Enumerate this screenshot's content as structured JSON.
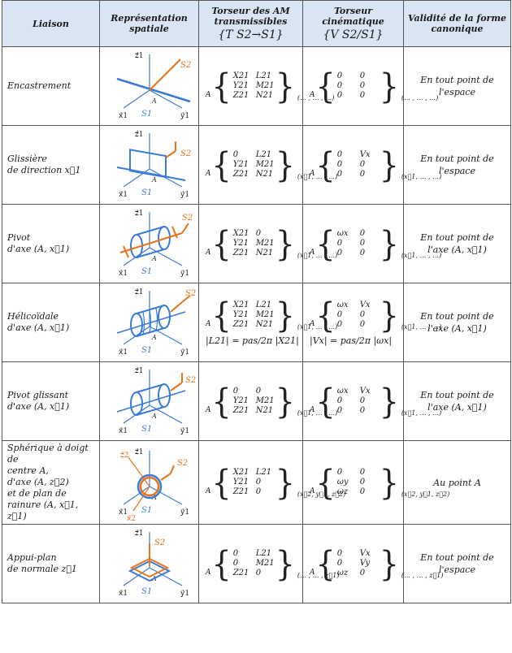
{
  "header": {
    "col1": "Liaison",
    "col2": "Représentation spatiale",
    "col3": "Torseur des AM transmissibles",
    "col3_sym": "{T S2→S1}",
    "col4": "Torseur cinématique",
    "col4_sym": "{V S2/S1}",
    "col5": "Validité de la forme canonique"
  },
  "rows": [
    {
      "name": [
        "Encastrement"
      ],
      "static": {
        "r1": [
          "X21",
          "L21"
        ],
        "r2": [
          "Y21",
          "M21"
        ],
        "r3": [
          "Z21",
          "N21"
        ],
        "base": "(… , … , …)"
      },
      "kin": {
        "r1": [
          "0",
          "0"
        ],
        "r2": [
          "0",
          "0"
        ],
        "r3": [
          "0",
          "0"
        ],
        "base": "(… , … , …)"
      },
      "validity": [
        "En tout point de",
        "l'espace"
      ]
    },
    {
      "name": [
        "Glissière",
        "de direction x⃗1"
      ],
      "static": {
        "r1": [
          "0",
          "L21"
        ],
        "r2": [
          "Y21",
          "M21"
        ],
        "r3": [
          "Z21",
          "N21"
        ],
        "base": "(x⃗1, … , …)"
      },
      "kin": {
        "r1": [
          "0",
          "Vx"
        ],
        "r2": [
          "0",
          "0"
        ],
        "r3": [
          "0",
          "0"
        ],
        "base": "(x⃗1, … , …)"
      },
      "validity": [
        "En tout point de",
        "l'espace"
      ]
    },
    {
      "name": [
        "Pivot",
        "d'axe (A, x⃗1)"
      ],
      "static": {
        "r1": [
          "X21",
          "0"
        ],
        "r2": [
          "Y21",
          "M21"
        ],
        "r3": [
          "Z21",
          "N21"
        ],
        "base": "(x⃗1, … , …)"
      },
      "kin": {
        "r1": [
          "ωx",
          "0"
        ],
        "r2": [
          "0",
          "0"
        ],
        "r3": [
          "0",
          "0"
        ],
        "base": "(x⃗1, … , …)"
      },
      "validity": [
        "En tout point de",
        "l'axe (A, x⃗1)"
      ]
    },
    {
      "name": [
        "Hélicoïdale",
        "d'axe (A, x⃗1)"
      ],
      "static": {
        "r1": [
          "X21",
          "L21"
        ],
        "r2": [
          "Y21",
          "M21"
        ],
        "r3": [
          "Z21",
          "N21"
        ],
        "base": "(x⃗1, … , …)"
      },
      "static_rel": "|L21| = pas/2π |X21|",
      "kin": {
        "r1": [
          "ωx",
          "Vx"
        ],
        "r2": [
          "0",
          "0"
        ],
        "r3": [
          "0",
          "0"
        ],
        "base": "(x⃗1, … , …)"
      },
      "kin_rel": "|Vx| = pas/2π |ωx|",
      "validity": [
        "En tout point de",
        "l'axe (A, x⃗1)"
      ]
    },
    {
      "name": [
        "Pivot glissant",
        "d'axe (A, x⃗1)"
      ],
      "static": {
        "r1": [
          "0",
          "0"
        ],
        "r2": [
          "Y21",
          "M21"
        ],
        "r3": [
          "Z21",
          "N21"
        ],
        "base": "(x⃗1, … , …)"
      },
      "kin": {
        "r1": [
          "ωx",
          "Vx"
        ],
        "r2": [
          "0",
          "0"
        ],
        "r3": [
          "0",
          "0"
        ],
        "base": "(x⃗1, … , …)"
      },
      "validity": [
        "En tout point de",
        "l'axe (A, x⃗1)"
      ]
    },
    {
      "name": [
        "Sphérique à doigt de",
        "centre A,",
        "d'axe (A, z⃗2)",
        "et de plan de",
        "rainure (A, x⃗1, z⃗1)"
      ],
      "static": {
        "r1": [
          "X21",
          "L21"
        ],
        "r2": [
          "Y21",
          "0"
        ],
        "r3": [
          "Z21",
          "0"
        ],
        "base": "(x⃗2, y⃗1, z⃗2)"
      },
      "kin": {
        "r1": [
          "0",
          "0"
        ],
        "r2": [
          "ωy",
          "0"
        ],
        "r3": [
          "ωz",
          "0"
        ],
        "base": "(x⃗2, y⃗1, z⃗2)"
      },
      "validity": [
        "Au point A"
      ]
    },
    {
      "name": [
        "Appui-plan",
        "de normale z⃗1"
      ],
      "static": {
        "r1": [
          "0",
          "L21"
        ],
        "r2": [
          "0",
          "M21"
        ],
        "r3": [
          "Z21",
          "0"
        ],
        "base": "(… , … , z⃗1)"
      },
      "kin": {
        "r1": [
          "0",
          "Vx"
        ],
        "r2": [
          "0",
          "Vy"
        ],
        "r3": [
          "ωz",
          "0"
        ],
        "base": "(… , … , z⃗1)"
      },
      "validity": [
        "En tout point de",
        "l'espace"
      ]
    }
  ],
  "diagram_labels": {
    "z1": "z⃗1",
    "y1": "y⃗1",
    "x1": "x⃗1",
    "A": "A",
    "S1": "S1",
    "S2": "S2",
    "z2": "z⃗2",
    "x2": "x⃗2"
  },
  "colors": {
    "blue": "#3a7bd5",
    "orange": "#e8731a",
    "header_bg": "#d9e5f3"
  }
}
